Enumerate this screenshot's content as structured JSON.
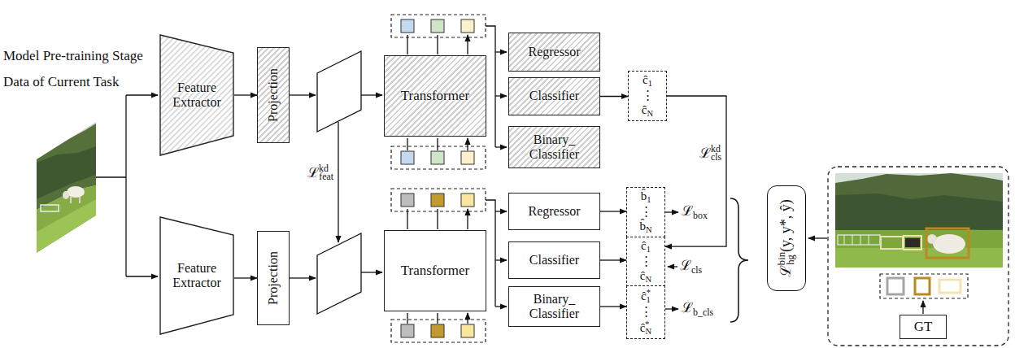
{
  "diagram": {
    "nodes": [
      {
        "text": [
          "Feature Extractor"
        ]
      },
      {
        "text": [
          "Projection"
        ]
      },
      {
        "text": [
          "Transformer"
        ]
      },
      {
        "text": [
          "Regressor"
        ]
      },
      {
        "text": [
          "Classifier"
        ]
      },
      {
        "text": [
          "Binary_ Classifier"
        ]
      },
      {
        "text": [
          "ĉ1",
          "⋮",
          "ĉN"
        ]
      },
      {
        "text": [
          "Feature Extractor"
        ]
      },
      {
        "text": [
          "Projection"
        ]
      },
      {
        "text": [
          "Transformer"
        ]
      },
      {
        "text": [
          "Regressor"
        ]
      },
      {
        "text": [
          "Classifier"
        ]
      },
      {
        "text": [
          "Binary_ Classifier"
        ]
      },
      {
        "text": [
          "b̂1",
          "⋮",
          "b̂N"
        ]
      },
      {
        "text": [
          "ĉ1",
          "⋮",
          "ĉN"
        ]
      },
      {
        "text": [
          "ĉ1*",
          "⋮",
          "ĉN*"
        ]
      },
      {
        "text": [
          "ℒhgbin(y, y*, ŷ)"
        ]
      },
      {
        "text": [
          "GT"
        ]
      }
    ],
    "edges": [
      {
        "from": 0,
        "to": 1,
        "arrow": "to"
      },
      {
        "from": 4,
        "to": 6,
        "arrow": "to"
      },
      {
        "from": 7,
        "to": 8,
        "arrow": "to"
      },
      {
        "from": 10,
        "to": 13,
        "arrow": "to"
      },
      {
        "from": 11,
        "to": 14,
        "arrow": "to"
      },
      {
        "from": 12,
        "to": 15,
        "arrow": "to"
      },
      {
        "from": 6,
        "to": 14,
        "arrow": "to",
        "label": "ℒclskd"
      }
    ],
    "labels": [
      "Model Pre-training Stage",
      "Data of Current Task",
      "ℒfeatkd",
      "ℒbox",
      "ℒcls",
      "ℒb_cls"
    ]
  }
}
